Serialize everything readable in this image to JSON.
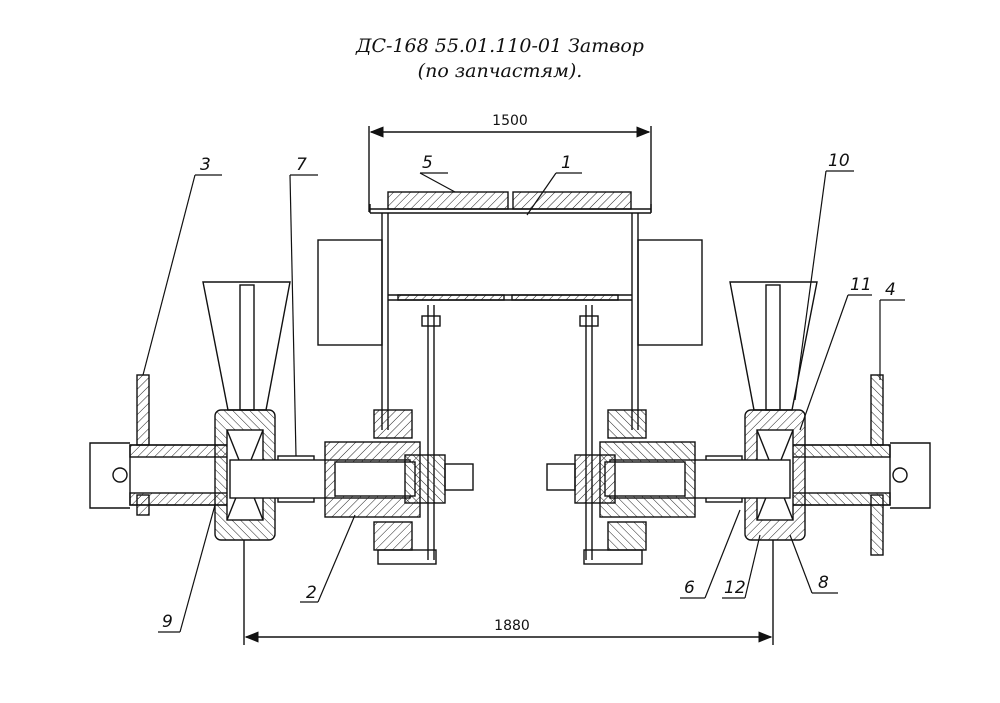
{
  "title": {
    "line1": "ДС-168 55.01.110-01 Затвор",
    "line2": "(по запчастям)."
  },
  "dimensions": {
    "top": "1500",
    "bottom": "1880"
  },
  "callouts": [
    "1",
    "2",
    "3",
    "4",
    "5",
    "6",
    "7",
    "8",
    "9",
    "10",
    "11",
    "12"
  ],
  "colors": {
    "ink": "#111111",
    "paper": "#ffffff"
  }
}
